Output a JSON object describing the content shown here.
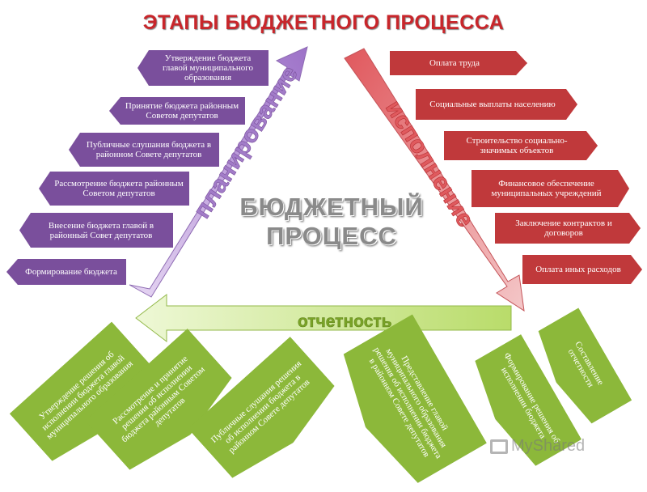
{
  "title": "ЭТАПЫ БЮДЖЕТНОГО ПРОЦЕССА",
  "center": {
    "line1": "БЮДЖЕТНЫЙ",
    "line2": "ПРОЦЕСС"
  },
  "arrows": {
    "planning": "планирование",
    "execution": "исполнение",
    "reporting": "отчетность"
  },
  "planning_steps": [
    "Утверждение бюджета главой муниципального образования",
    "Принятие бюджета районным Советом депутатов",
    "Публичные слушания бюджета в районном Совете депутатов",
    "Рассмотрение бюджета районным Советом депутатов",
    "Внесение бюджета главой в районный Совет депутатов",
    "Формирование бюджета"
  ],
  "execution_steps": [
    "Оплата труда",
    "Социальные выплаты населению",
    "Строительство социально-значимых объектов",
    "Финансовое обеспечение муниципальных учреждений",
    "Заключение контрактов и договоров",
    "Оплата иных расходов"
  ],
  "reporting_steps": [
    "Утверждение решения об исполнении бюджета главой муниципального образования",
    "Рассмотрение и принятие решения об исполнении бюджета районным Советом депутатов",
    "Публичные слушания решения об исполнении бюджета в районном Совете депутатов",
    "Представление главой муниципального образования решения об исполнении бюджета в районном Совете депутатов",
    "Формирование решения об исполнении бюджета",
    "Составление отчетности"
  ],
  "colors": {
    "title": "#c8262b",
    "purple": "#7a4f9c",
    "red": "#c0393b",
    "green": "#8cb83a"
  },
  "watermark": "MyShared"
}
